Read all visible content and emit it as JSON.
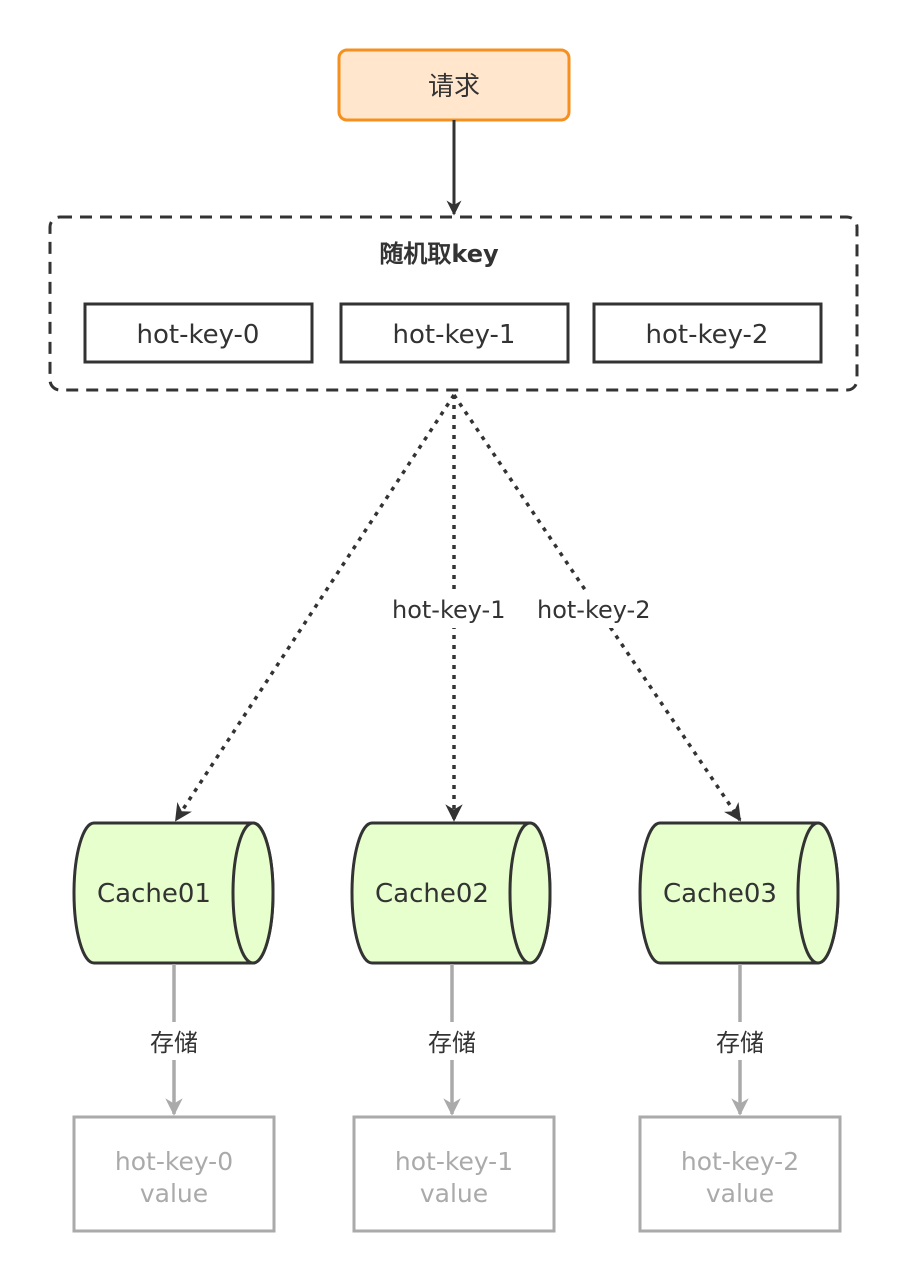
{
  "request": {
    "label": "请求"
  },
  "random_group": {
    "title": "随机取key",
    "keys": [
      "hot-key-0",
      "hot-key-1",
      "hot-key-2"
    ]
  },
  "edge_labels": [
    "hot-key-1",
    "hot-key-2"
  ],
  "caches": [
    "Cache01",
    "Cache02",
    "Cache03"
  ],
  "store_label": "存储",
  "values": [
    {
      "key": "hot-key-0",
      "label": "value"
    },
    {
      "key": "hot-key-1",
      "label": "value"
    },
    {
      "key": "hot-key-2",
      "label": "value"
    }
  ],
  "colors": {
    "request_fill": "#ffe6cc",
    "request_stroke": "#f5901e",
    "cache_fill": "#e6ffcc",
    "stroke": "#333333",
    "gray": "#aaaaaa"
  }
}
